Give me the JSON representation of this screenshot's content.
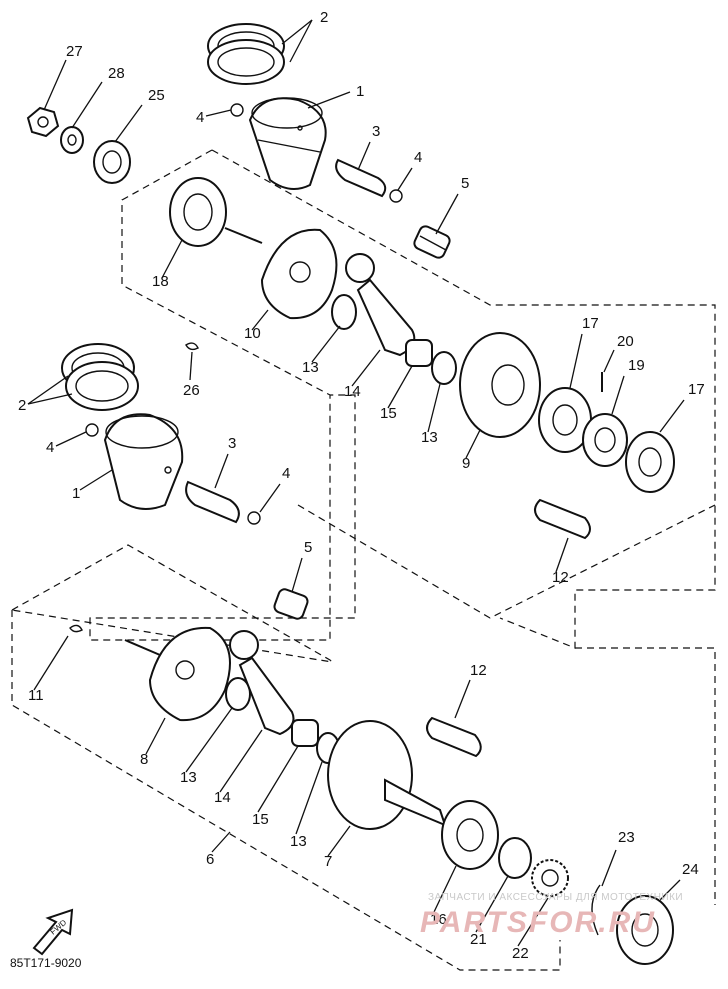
{
  "diagram": {
    "callouts": [
      "1",
      "2",
      "3",
      "4",
      "5",
      "6",
      "7",
      "8",
      "9",
      "10",
      "11",
      "12",
      "13",
      "14",
      "15",
      "16",
      "17",
      "18",
      "19",
      "20",
      "21",
      "22",
      "23",
      "24",
      "25",
      "26",
      "27",
      "28"
    ],
    "watermark_top": "ЗАПЧАСТИ И АКСЕССУАРЫ ДЛЯ МОТОТЕХНИКИ",
    "watermark_brand": "PARTSFOR.RU",
    "front_label": "FWD",
    "drawing_code": "85T171-9020"
  }
}
